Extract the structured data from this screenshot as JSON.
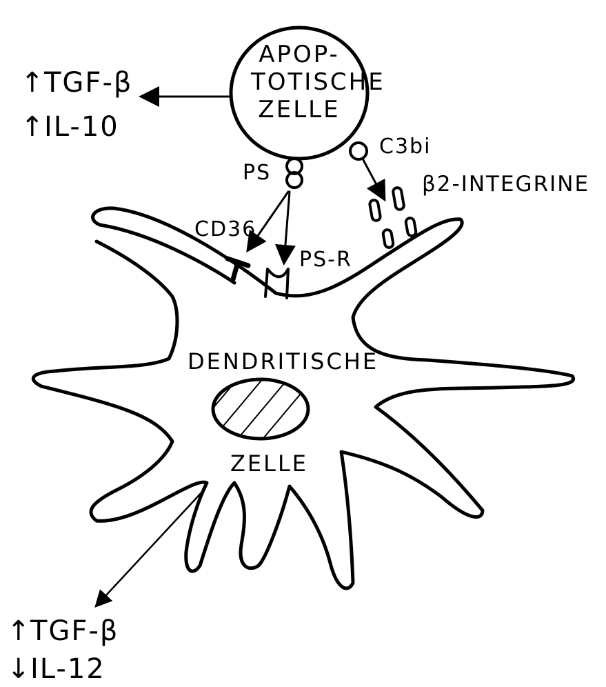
{
  "apoptotic_cell": {
    "line1": "APOP-",
    "line2": "TOTISCHE",
    "line3": "ZELLE"
  },
  "dendritic_cell": {
    "line1": "DENDRITISCHE",
    "line2": "ZELLE"
  },
  "molecules": {
    "ps": "PS",
    "c3bi": "C3bi",
    "cd36": "CD36",
    "ps_r": "PS-R",
    "integrins": "β2-INTEGRINE"
  },
  "top_cytokines": [
    {
      "arrow": "↑",
      "name": "TGF-β"
    },
    {
      "arrow": "↑",
      "name": "IL-10"
    }
  ],
  "bottom_cytokines": [
    {
      "arrow": "↑",
      "name": "TGF-β"
    },
    {
      "arrow": "↓",
      "name": "IL-12"
    }
  ]
}
